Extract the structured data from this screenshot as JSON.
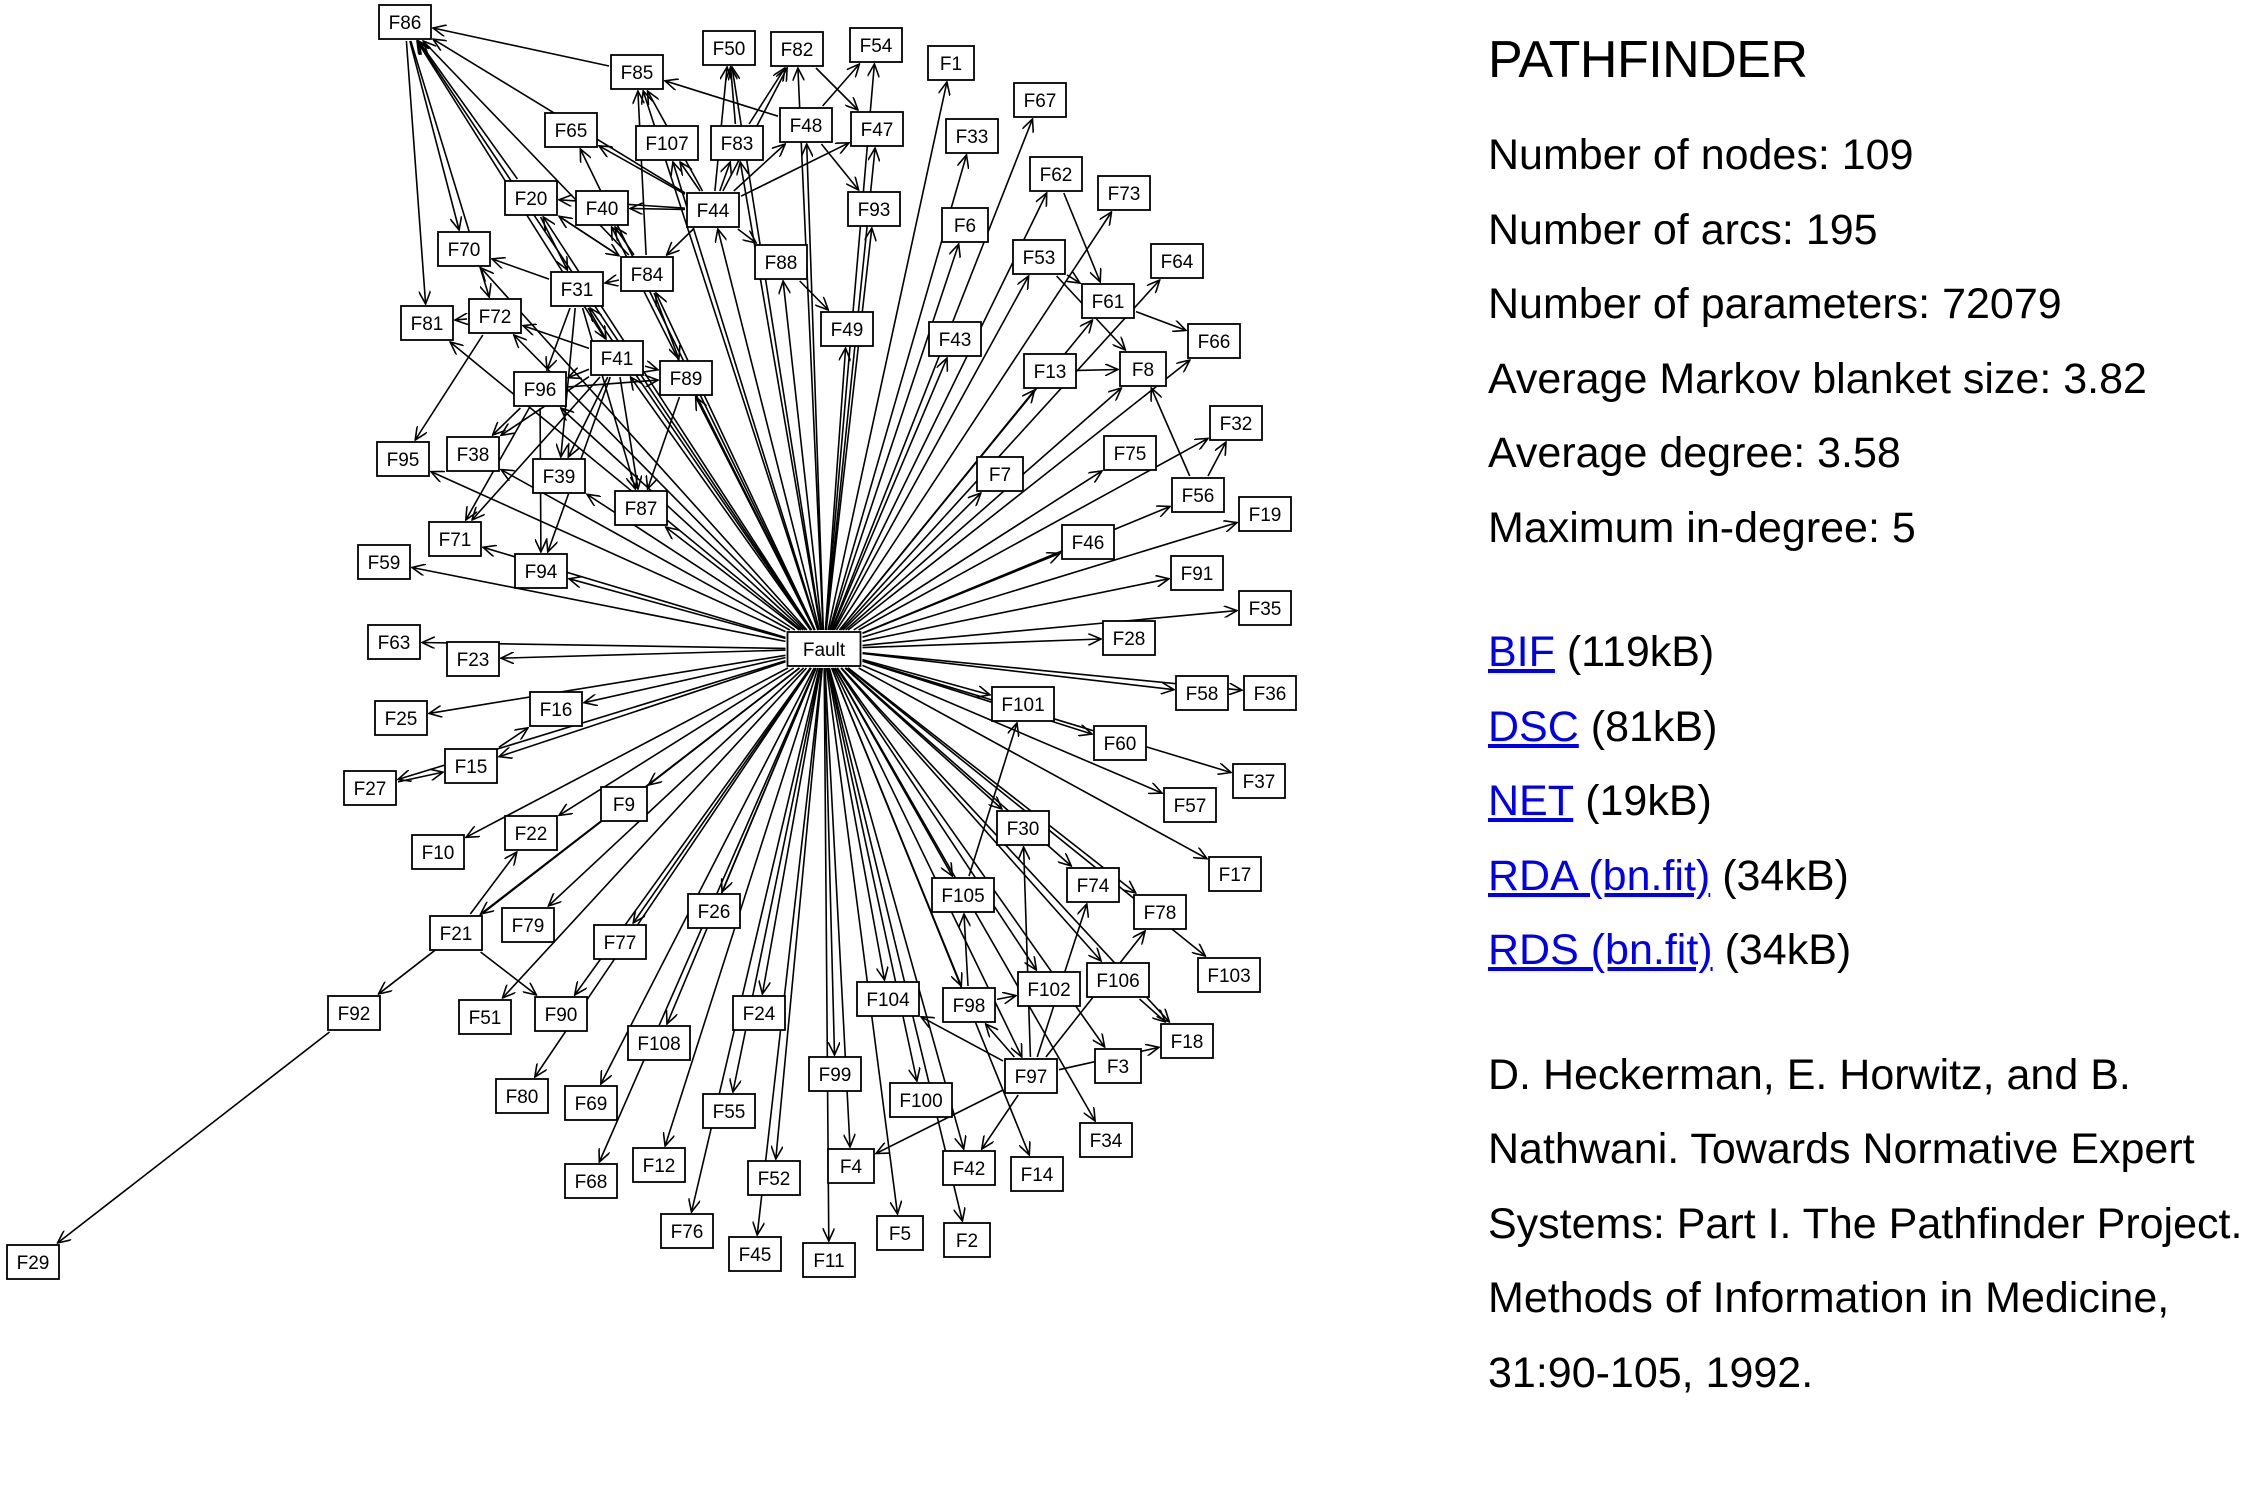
{
  "title": "PATHFINDER",
  "stats": [
    {
      "label": "Number of nodes:",
      "value": "109"
    },
    {
      "label": "Number of arcs:",
      "value": "195"
    },
    {
      "label": "Number of parameters:",
      "value": "72079"
    },
    {
      "label": "Average Markov blanket size:",
      "value": "3.82"
    },
    {
      "label": "Average degree:",
      "value": "3.58"
    },
    {
      "label": "Maximum in-degree:",
      "value": "5"
    }
  ],
  "downloads": [
    {
      "link": "BIF",
      "size": "(119kB)"
    },
    {
      "link": "DSC",
      "size": "(81kB)"
    },
    {
      "link": "NET",
      "size": "(19kB)"
    },
    {
      "link": "RDA (bn.fit)",
      "size": "(34kB)"
    },
    {
      "link": "RDS (bn.fit)",
      "size": "(34kB)"
    }
  ],
  "citation": "D. Heckerman, E. Horwitz, and B. Nathwani. Towards Normative Expert Systems: Part I. The Pathfinder Project. Methods of Information in Medicine, 31:90-105, 1992.",
  "graph": {
    "hub": "Fault",
    "nodes": [
      "Fault",
      "F1",
      "F2",
      "F3",
      "F4",
      "F5",
      "F6",
      "F7",
      "F8",
      "F9",
      "F10",
      "F11",
      "F12",
      "F13",
      "F14",
      "F15",
      "F16",
      "F17",
      "F18",
      "F19",
      "F20",
      "F21",
      "F22",
      "F23",
      "F24",
      "F25",
      "F26",
      "F27",
      "F28",
      "F29",
      "F30",
      "F31",
      "F32",
      "F33",
      "F34",
      "F35",
      "F36",
      "F37",
      "F38",
      "F39",
      "F40",
      "F41",
      "F42",
      "F43",
      "F44",
      "F45",
      "F46",
      "F47",
      "F48",
      "F49",
      "F50",
      "F51",
      "F52",
      "F53",
      "F54",
      "F55",
      "F56",
      "F57",
      "F58",
      "F59",
      "F60",
      "F61",
      "F62",
      "F63",
      "F64",
      "F65",
      "F66",
      "F67",
      "F68",
      "F69",
      "F70",
      "F71",
      "F72",
      "F73",
      "F74",
      "F75",
      "F76",
      "F77",
      "F78",
      "F79",
      "F80",
      "F81",
      "F82",
      "F83",
      "F84",
      "F85",
      "F86",
      "F87",
      "F88",
      "F89",
      "F90",
      "F91",
      "F92",
      "F93",
      "F94",
      "F95",
      "F96",
      "F97",
      "F98",
      "F99",
      "F100",
      "F101",
      "F102",
      "F103",
      "F104",
      "F105",
      "F106",
      "F107",
      "F108"
    ],
    "edges": [
      [
        "Fault",
        "F1"
      ],
      [
        "Fault",
        "F2"
      ],
      [
        "Fault",
        "F3"
      ],
      [
        "Fault",
        "F4"
      ],
      [
        "Fault",
        "F5"
      ],
      [
        "Fault",
        "F6"
      ],
      [
        "Fault",
        "F7"
      ],
      [
        "Fault",
        "F8"
      ],
      [
        "Fault",
        "F9"
      ],
      [
        "Fault",
        "F10"
      ],
      [
        "Fault",
        "F11"
      ],
      [
        "Fault",
        "F12"
      ],
      [
        "Fault",
        "F13"
      ],
      [
        "Fault",
        "F14"
      ],
      [
        "Fault",
        "F15"
      ],
      [
        "Fault",
        "F16"
      ],
      [
        "Fault",
        "F17"
      ],
      [
        "Fault",
        "F18"
      ],
      [
        "Fault",
        "F19"
      ],
      [
        "Fault",
        "F20"
      ],
      [
        "Fault",
        "F21"
      ],
      [
        "Fault",
        "F22"
      ],
      [
        "Fault",
        "F23"
      ],
      [
        "Fault",
        "F24"
      ],
      [
        "Fault",
        "F25"
      ],
      [
        "Fault",
        "F26"
      ],
      [
        "Fault",
        "F27"
      ],
      [
        "Fault",
        "F28"
      ],
      [
        "Fault",
        "F30"
      ],
      [
        "Fault",
        "F31"
      ],
      [
        "Fault",
        "F32"
      ],
      [
        "Fault",
        "F33"
      ],
      [
        "Fault",
        "F34"
      ],
      [
        "Fault",
        "F35"
      ],
      [
        "Fault",
        "F36"
      ],
      [
        "Fault",
        "F37"
      ],
      [
        "Fault",
        "F38"
      ],
      [
        "Fault",
        "F39"
      ],
      [
        "Fault",
        "F40"
      ],
      [
        "Fault",
        "F41"
      ],
      [
        "Fault",
        "F42"
      ],
      [
        "Fault",
        "F43"
      ],
      [
        "Fault",
        "F44"
      ],
      [
        "Fault",
        "F45"
      ],
      [
        "Fault",
        "F46"
      ],
      [
        "Fault",
        "F47"
      ],
      [
        "Fault",
        "F48"
      ],
      [
        "Fault",
        "F49"
      ],
      [
        "Fault",
        "F50"
      ],
      [
        "Fault",
        "F51"
      ],
      [
        "Fault",
        "F52"
      ],
      [
        "Fault",
        "F53"
      ],
      [
        "Fault",
        "F54"
      ],
      [
        "Fault",
        "F55"
      ],
      [
        "Fault",
        "F56"
      ],
      [
        "Fault",
        "F57"
      ],
      [
        "Fault",
        "F58"
      ],
      [
        "Fault",
        "F59"
      ],
      [
        "Fault",
        "F60"
      ],
      [
        "Fault",
        "F61"
      ],
      [
        "Fault",
        "F62"
      ],
      [
        "Fault",
        "F63"
      ],
      [
        "Fault",
        "F64"
      ],
      [
        "Fault",
        "F65"
      ],
      [
        "Fault",
        "F66"
      ],
      [
        "Fault",
        "F67"
      ],
      [
        "Fault",
        "F68"
      ],
      [
        "Fault",
        "F69"
      ],
      [
        "Fault",
        "F70"
      ],
      [
        "Fault",
        "F71"
      ],
      [
        "Fault",
        "F72"
      ],
      [
        "Fault",
        "F73"
      ],
      [
        "Fault",
        "F74"
      ],
      [
        "Fault",
        "F75"
      ],
      [
        "Fault",
        "F76"
      ],
      [
        "Fault",
        "F77"
      ],
      [
        "Fault",
        "F78"
      ],
      [
        "Fault",
        "F79"
      ],
      [
        "Fault",
        "F80"
      ],
      [
        "Fault",
        "F81"
      ],
      [
        "Fault",
        "F82"
      ],
      [
        "Fault",
        "F83"
      ],
      [
        "Fault",
        "F84"
      ],
      [
        "Fault",
        "F85"
      ],
      [
        "Fault",
        "F86"
      ],
      [
        "Fault",
        "F87"
      ],
      [
        "Fault",
        "F88"
      ],
      [
        "Fault",
        "F89"
      ],
      [
        "Fault",
        "F90"
      ],
      [
        "Fault",
        "F91"
      ],
      [
        "Fault",
        "F92"
      ],
      [
        "Fault",
        "F93"
      ],
      [
        "Fault",
        "F94"
      ],
      [
        "Fault",
        "F95"
      ],
      [
        "Fault",
        "F96"
      ],
      [
        "Fault",
        "F97"
      ],
      [
        "Fault",
        "F98"
      ],
      [
        "Fault",
        "F99"
      ],
      [
        "Fault",
        "F100"
      ],
      [
        "Fault",
        "F101"
      ],
      [
        "Fault",
        "F102"
      ],
      [
        "Fault",
        "F103"
      ],
      [
        "Fault",
        "F104"
      ],
      [
        "Fault",
        "F105"
      ],
      [
        "Fault",
        "F106"
      ],
      [
        "Fault",
        "F107"
      ],
      [
        "Fault",
        "F108"
      ],
      [
        "F92",
        "F29"
      ],
      [
        "F85",
        "F86"
      ],
      [
        "F44",
        "F86"
      ],
      [
        "F84",
        "F86"
      ],
      [
        "F20",
        "F86"
      ],
      [
        "F41",
        "F86"
      ],
      [
        "F86",
        "F70"
      ],
      [
        "F86",
        "F81"
      ],
      [
        "F86",
        "F72"
      ],
      [
        "F44",
        "F85"
      ],
      [
        "F44",
        "F107"
      ],
      [
        "F44",
        "F83"
      ],
      [
        "F44",
        "F48"
      ],
      [
        "F44",
        "F47"
      ],
      [
        "F44",
        "F82"
      ],
      [
        "F44",
        "F50"
      ],
      [
        "F44",
        "F20"
      ],
      [
        "F44",
        "F40"
      ],
      [
        "F44",
        "F65"
      ],
      [
        "F44",
        "F84"
      ],
      [
        "F44",
        "F88"
      ],
      [
        "F48",
        "F54"
      ],
      [
        "F48",
        "F85"
      ],
      [
        "F48",
        "F93"
      ],
      [
        "F83",
        "F82"
      ],
      [
        "F83",
        "F50"
      ],
      [
        "F82",
        "F47"
      ],
      [
        "F84",
        "F20"
      ],
      [
        "F84",
        "F40"
      ],
      [
        "F84",
        "F31"
      ],
      [
        "F84",
        "F89"
      ],
      [
        "F84",
        "F85"
      ],
      [
        "F31",
        "F41"
      ],
      [
        "F31",
        "F96"
      ],
      [
        "F31",
        "F39"
      ],
      [
        "F31",
        "F87"
      ],
      [
        "F31",
        "F70"
      ],
      [
        "F41",
        "F96"
      ],
      [
        "F41",
        "F39"
      ],
      [
        "F41",
        "F87"
      ],
      [
        "F41",
        "F38"
      ],
      [
        "F41",
        "F94"
      ],
      [
        "F41",
        "F89"
      ],
      [
        "F41",
        "F72"
      ],
      [
        "F41",
        "F71"
      ],
      [
        "F72",
        "F81"
      ],
      [
        "F72",
        "F95"
      ],
      [
        "F96",
        "F38"
      ],
      [
        "F96",
        "F71"
      ],
      [
        "F96",
        "F94"
      ],
      [
        "F96",
        "F89"
      ],
      [
        "F20",
        "F31"
      ],
      [
        "F20",
        "F84"
      ],
      [
        "F88",
        "F49"
      ],
      [
        "F89",
        "F87"
      ],
      [
        "F56",
        "F8"
      ],
      [
        "F56",
        "F32"
      ],
      [
        "F61",
        "F66"
      ],
      [
        "F62",
        "F61"
      ],
      [
        "F53",
        "F8"
      ],
      [
        "F53",
        "F61"
      ],
      [
        "F13",
        "F8"
      ],
      [
        "F97",
        "F30"
      ],
      [
        "F97",
        "F74"
      ],
      [
        "F97",
        "F78"
      ],
      [
        "F97",
        "F18"
      ],
      [
        "F97",
        "F42"
      ],
      [
        "F97",
        "F4"
      ],
      [
        "F97",
        "F98"
      ],
      [
        "F97",
        "F104"
      ],
      [
        "F98",
        "F105"
      ],
      [
        "F98",
        "F102"
      ],
      [
        "F105",
        "F101"
      ],
      [
        "F106",
        "F18"
      ],
      [
        "F21",
        "F22"
      ],
      [
        "F21",
        "F90"
      ],
      [
        "F15",
        "F16"
      ],
      [
        "F27",
        "F15"
      ]
    ]
  }
}
